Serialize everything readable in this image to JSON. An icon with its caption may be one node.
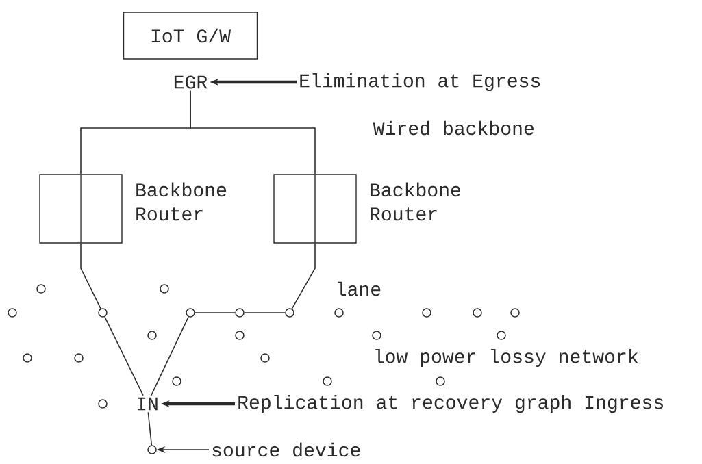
{
  "diagram": {
    "nodes": [
      {
        "text": [
          "IoT G/W"
        ]
      },
      {
        "text": [
          "EGR"
        ]
      },
      {
        "text": [
          "Elimination at Egress"
        ]
      },
      {
        "text": [],
        "shape": "box",
        "beside": [
          "Backbone Router"
        ]
      },
      {
        "text": [],
        "shape": "box",
        "beside": [
          "Backbone Router"
        ]
      },
      {
        "text": [],
        "shape": "circle"
      },
      {
        "text": [],
        "shape": "circle"
      },
      {
        "text": [],
        "shape": "circle"
      },
      {
        "text": [],
        "shape": "circle"
      },
      {
        "text": [],
        "shape": "circle"
      },
      {
        "text": [],
        "shape": "circle"
      },
      {
        "text": [],
        "shape": "circle"
      },
      {
        "text": [],
        "shape": "circle"
      },
      {
        "text": [],
        "shape": "circle"
      },
      {
        "text": [],
        "shape": "circle"
      },
      {
        "text": [],
        "shape": "circle"
      },
      {
        "text": [],
        "shape": "circle"
      },
      {
        "text": [],
        "shape": "circle"
      },
      {
        "text": [],
        "shape": "circle"
      },
      {
        "text": [],
        "shape": "circle"
      },
      {
        "text": [],
        "shape": "circle"
      },
      {
        "text": [],
        "shape": "circle"
      },
      {
        "text": [],
        "shape": "circle"
      },
      {
        "text": [],
        "shape": "circle"
      },
      {
        "text": [],
        "shape": "circle"
      },
      {
        "text": [],
        "shape": "circle"
      },
      {
        "text": [],
        "shape": "circle"
      },
      {
        "text": [
          "IN"
        ]
      },
      {
        "text": [
          "Replication at recovery graph Ingress"
        ]
      },
      {
        "text": [],
        "shape": "circle"
      },
      {
        "text": [
          "source device"
        ]
      }
    ],
    "edges": [
      {
        "from": 2,
        "to": 1,
        "arrow": "to",
        "style": "thick"
      },
      {
        "from": 1,
        "to": 3,
        "arrow": "none"
      },
      {
        "from": 1,
        "to": 4,
        "arrow": "none"
      },
      {
        "from": 3,
        "to": 8,
        "arrow": "none"
      },
      {
        "from": 8,
        "to": 27,
        "arrow": "none"
      },
      {
        "from": 4,
        "to": 11,
        "arrow": "none"
      },
      {
        "from": 11,
        "to": 10,
        "arrow": "none"
      },
      {
        "from": 10,
        "to": 9,
        "arrow": "none"
      },
      {
        "from": 9,
        "to": 27,
        "arrow": "none"
      },
      {
        "from": 28,
        "to": 27,
        "arrow": "to",
        "style": "thick"
      },
      {
        "from": 27,
        "to": 29,
        "arrow": "none"
      },
      {
        "from": 30,
        "to": 29,
        "arrow": "to"
      }
    ],
    "labels": [
      "Wired backbone",
      "lane",
      "low power lossy network"
    ]
  }
}
